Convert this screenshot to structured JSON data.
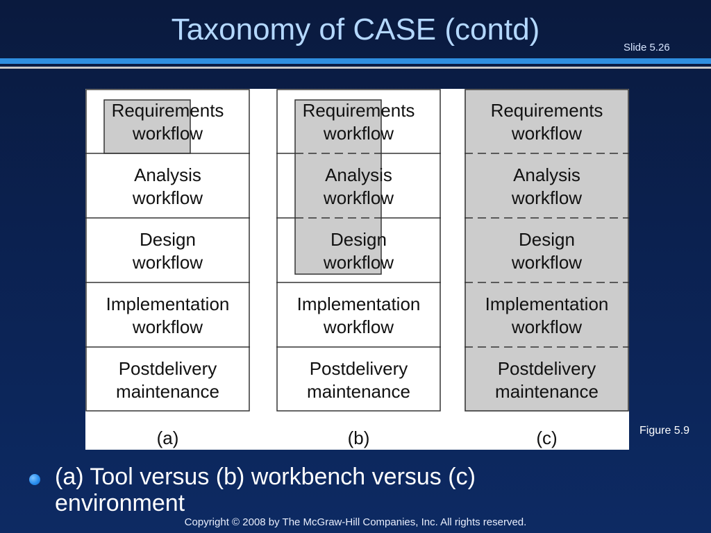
{
  "slide": {
    "title": "Taxonomy of CASE (contd)",
    "number": "Slide 5.26",
    "figure_caption": "Figure 5.9",
    "bullet": "(a) Tool versus (b) workbench versus (c) environment",
    "copyright": "Copyright © 2008 by The McGraw-Hill Companies, Inc.  All rights reserved."
  },
  "diagram": {
    "columns": [
      {
        "label": "(a)",
        "description": "Tool",
        "shaded_span": {
          "from": 0,
          "to": 0,
          "partial": true
        },
        "boxes": [
          {
            "line1": "Requirements",
            "line2": "workflow"
          },
          {
            "line1": "Analysis",
            "line2": "workflow"
          },
          {
            "line1": "Design",
            "line2": "workflow"
          },
          {
            "line1": "Implementation",
            "line2": "workflow"
          },
          {
            "line1": "Postdelivery",
            "line2": "maintenance"
          }
        ]
      },
      {
        "label": "(b)",
        "description": "Workbench",
        "shaded_span": {
          "from": 0,
          "to": 2,
          "partial": true
        },
        "boxes": [
          {
            "line1": "Requirements",
            "line2": "workflow"
          },
          {
            "line1": "Analysis",
            "line2": "workflow"
          },
          {
            "line1": "Design",
            "line2": "workflow"
          },
          {
            "line1": "Implementation",
            "line2": "workflow"
          },
          {
            "line1": "Postdelivery",
            "line2": "maintenance"
          }
        ]
      },
      {
        "label": "(c)",
        "description": "Environment",
        "shaded_span": {
          "from": 0,
          "to": 4,
          "partial": false
        },
        "boxes": [
          {
            "line1": "Requirements",
            "line2": "workflow"
          },
          {
            "line1": "Analysis",
            "line2": "workflow"
          },
          {
            "line1": "Design",
            "line2": "workflow"
          },
          {
            "line1": "Implementation",
            "line2": "workflow"
          },
          {
            "line1": "Postdelivery",
            "line2": "maintenance"
          }
        ]
      }
    ],
    "colors": {
      "shade": "#cccccc",
      "box_border": "#333333",
      "text": "#111111"
    }
  }
}
